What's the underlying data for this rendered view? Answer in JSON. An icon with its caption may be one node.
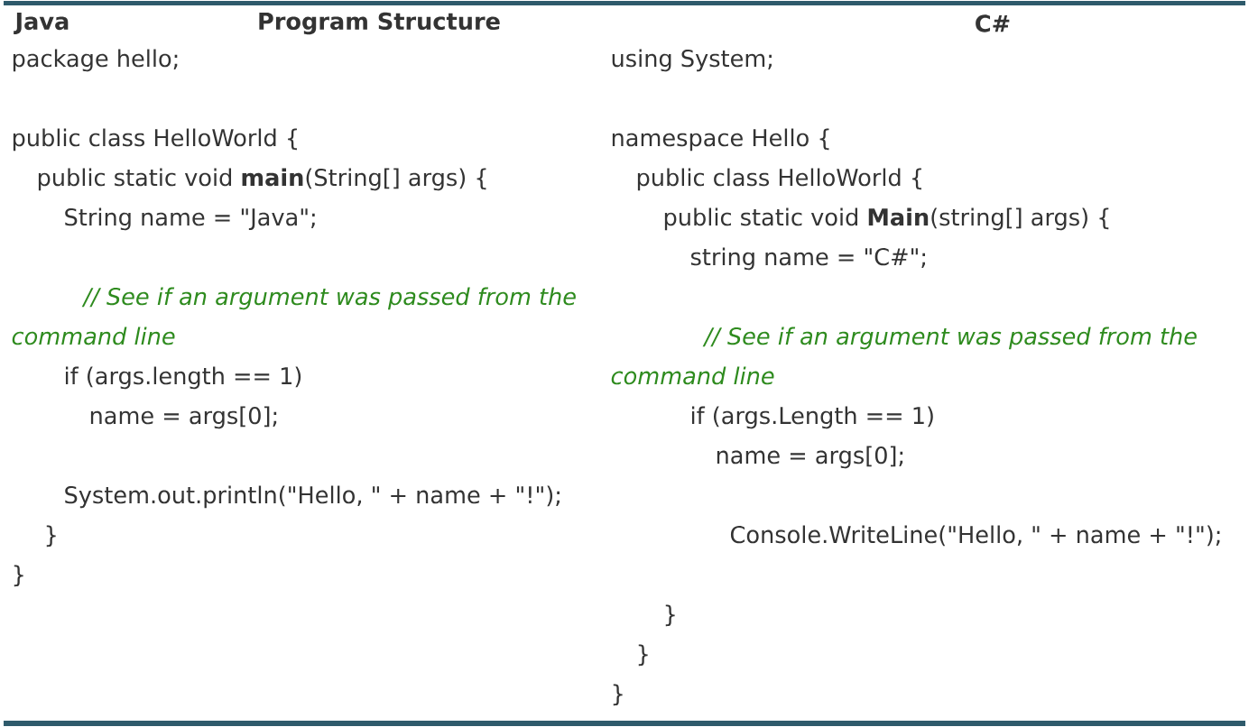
{
  "diagram": {
    "labels": [
      "Java",
      "Program Structure",
      "C#",
      "package hello;",
      "public class HelloWorld {",
      "public static void **main**(String[] args) {",
      "String name = \"Java\";",
      "// See if an argument was passed from the command line",
      "if (args.length == 1)",
      "name = args[0];",
      "System.out.println(\"Hello, \" + name + \"!\");",
      "}",
      "}",
      "using System;",
      "namespace Hello {",
      "public class HelloWorld {",
      "public static void **Main**(string[] args) {",
      "string name = \"C#\";",
      "// See if an argument was passed from the command line",
      "if (args.Length == 1)",
      "name = args[0];",
      "Console.WriteLine(\"Hello, \" + name + \"!\");",
      "}",
      "}",
      "}"
    ]
  }
}
